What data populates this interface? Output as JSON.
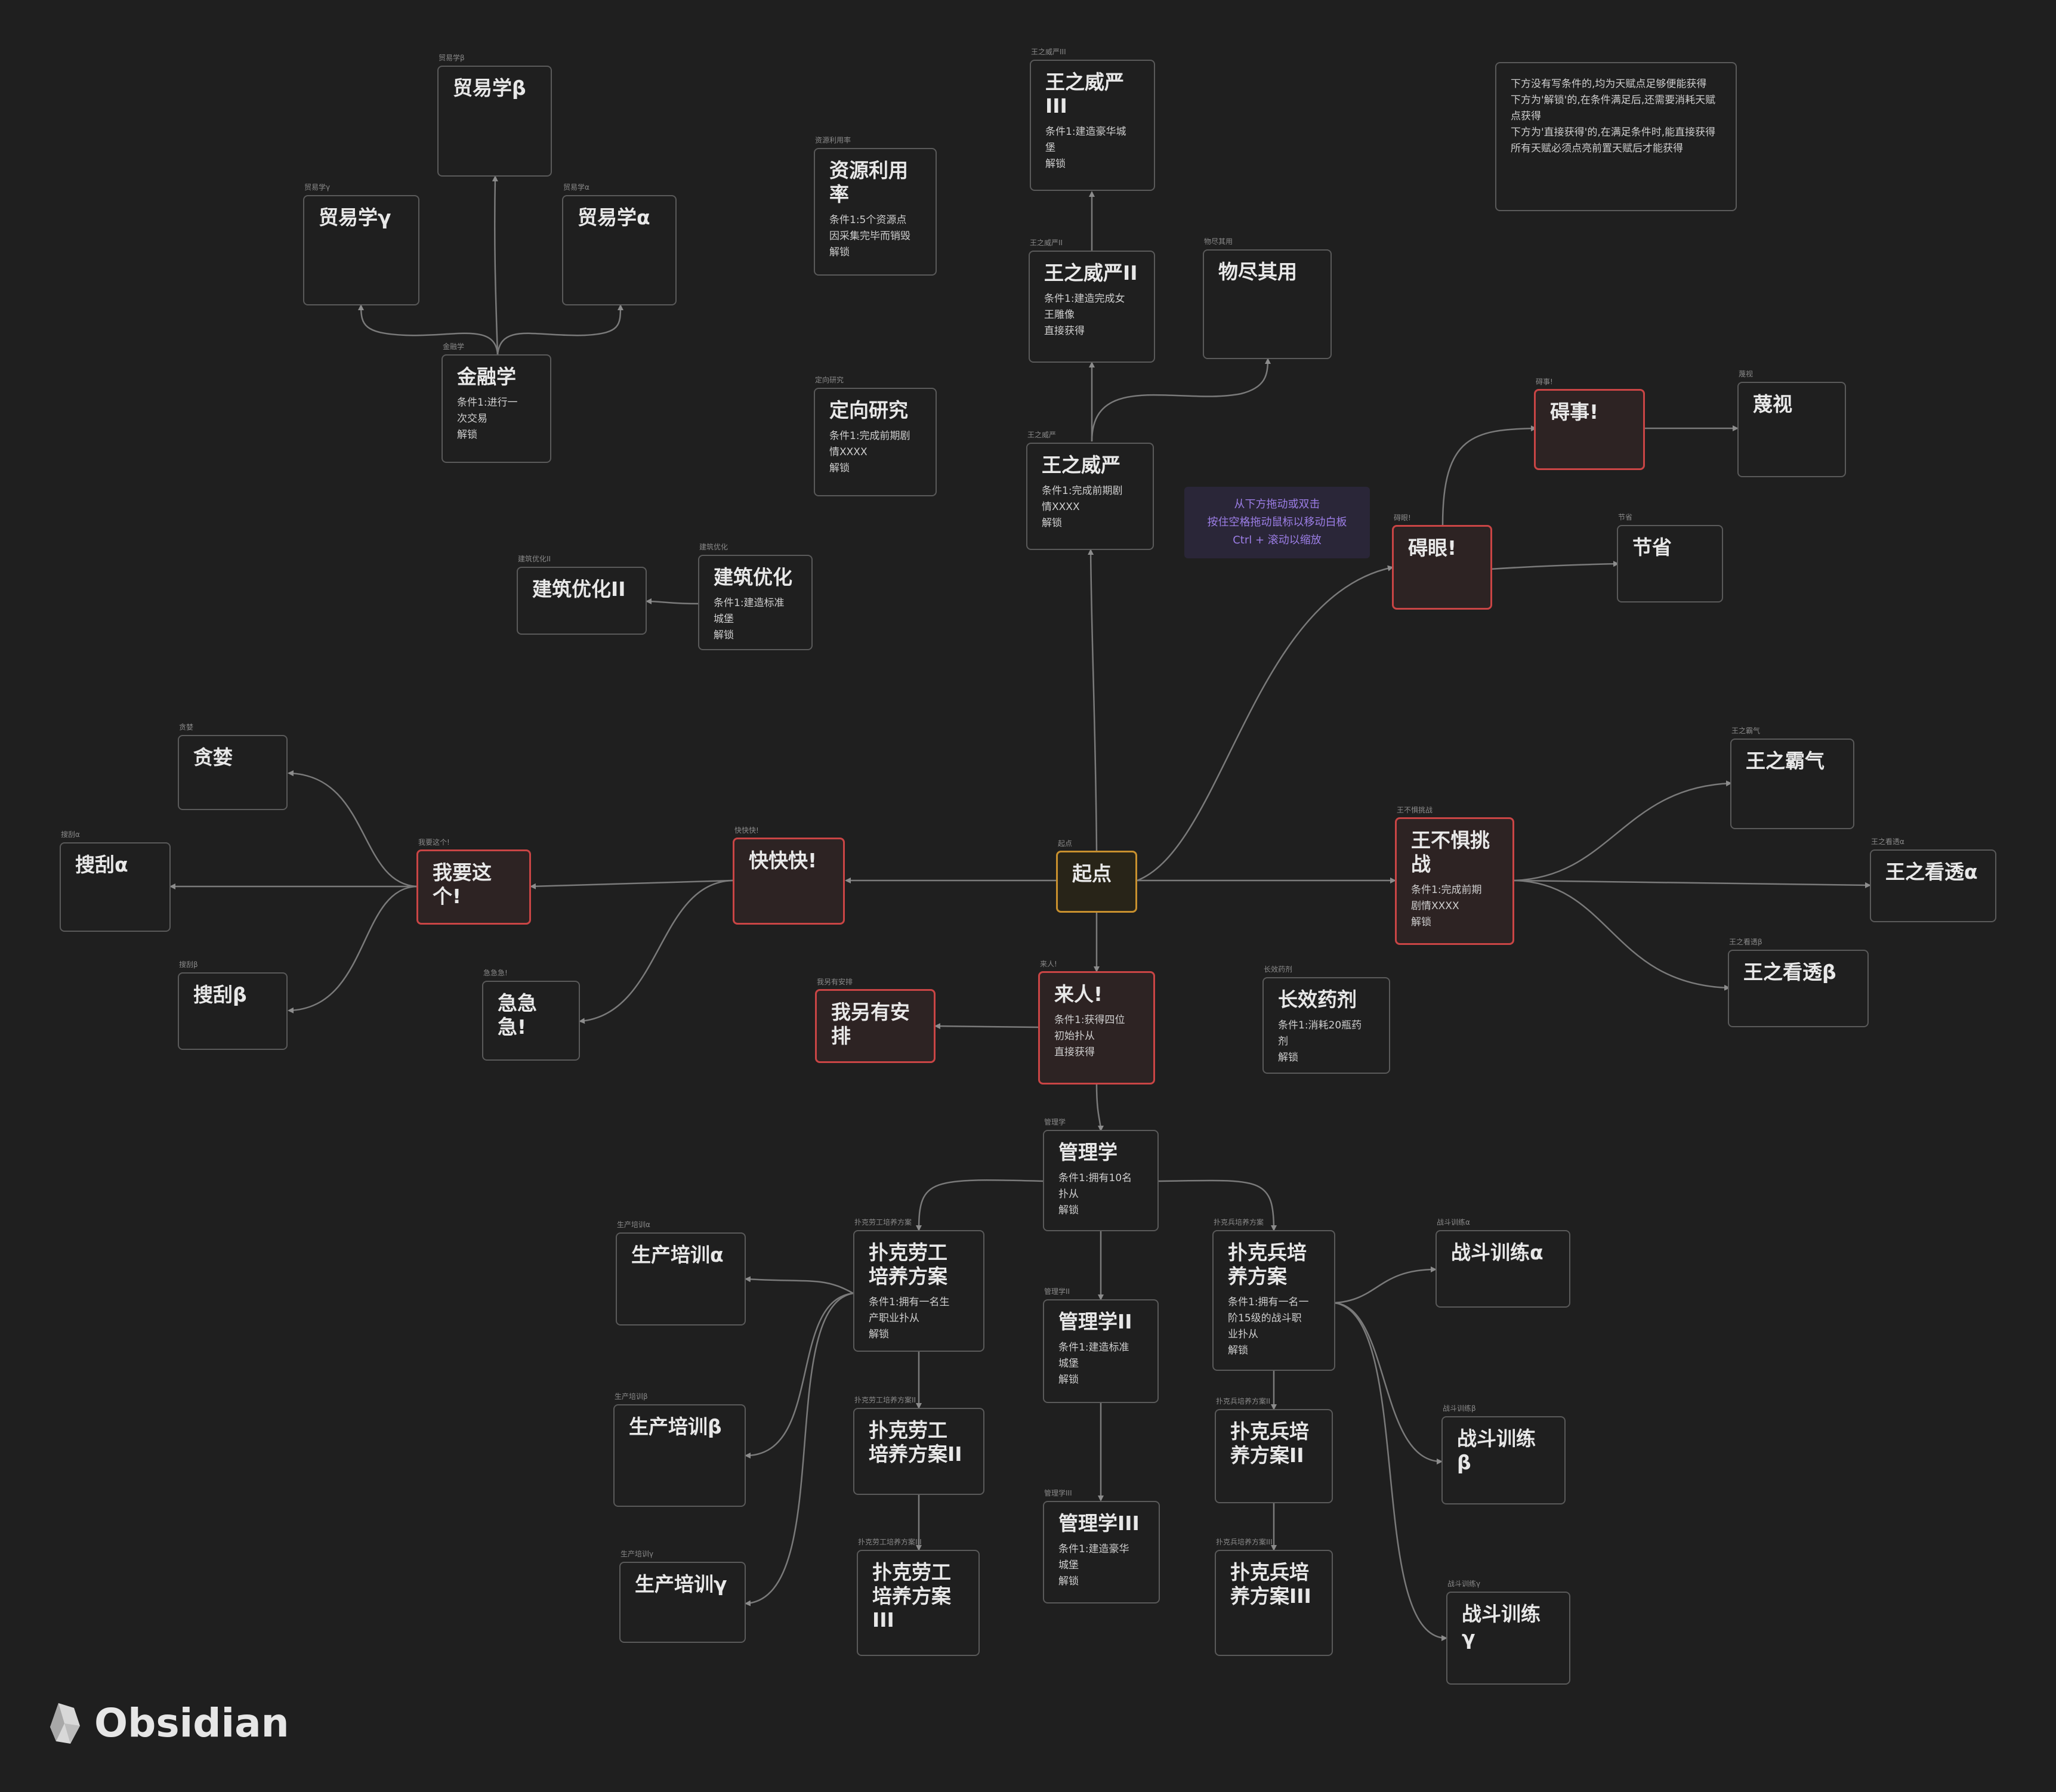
{
  "brand": "Obsidian",
  "note": "下方没有写条件的,均为天赋点足够便能获得\n下方为'解锁'的,在条件满足后,还需要消耗天赋点获得\n下方为'直接获得'的,在满足条件时,能直接获得\n所有天赋必须点亮前置天赋后才能获得",
  "hint": "从下方拖动或双击\n按住空格拖动鼠标以移动白板\nCtrl + 滚动以缩放",
  "nodes": {
    "trade_beta": {
      "label": "贸易学β",
      "title": "贸易学β",
      "body": ""
    },
    "trade_gamma": {
      "label": "贸易学γ",
      "title": "贸易学γ",
      "body": ""
    },
    "trade_alpha": {
      "label": "贸易学α",
      "title": "贸易学α",
      "body": ""
    },
    "finance": {
      "label": "金融学",
      "title": "金融学",
      "body": "条件1:进行一\n次交易\n解锁"
    },
    "resource": {
      "label": "资源利用率",
      "title": "资源利用\n率",
      "body": "条件1:5个资源点\n因采集完毕而销毁\n解锁"
    },
    "directed": {
      "label": "定向研究",
      "title": "定向研究",
      "body": "条件1:完成前期剧\n情XXXX\n解锁"
    },
    "king3": {
      "label": "王之威严III",
      "title": "王之威严\nIII",
      "body": "条件1:建造豪华城\n堡\n解锁"
    },
    "king2": {
      "label": "王之威严II",
      "title": "王之威严II",
      "body": "条件1:建造完成女\n王雕像\n直接获得"
    },
    "wujin": {
      "label": "物尽其用",
      "title": "物尽其用",
      "body": ""
    },
    "king1": {
      "label": "王之威严",
      "title": "王之威严",
      "body": "条件1:完成前期剧\n情XXXX\n解锁"
    },
    "aishi": {
      "label": "碍事!",
      "title": "碍事!",
      "body": ""
    },
    "mieshi": {
      "label": "蔑视",
      "title": "蔑视",
      "body": ""
    },
    "aiyan": {
      "label": "碍眼!",
      "title": "碍眼!",
      "body": ""
    },
    "jiesheng": {
      "label": "节省",
      "title": "节省",
      "body": ""
    },
    "build2": {
      "label": "建筑优化II",
      "title": "建筑优化II",
      "body": ""
    },
    "build1": {
      "label": "建筑优化",
      "title": "建筑优化",
      "body": "条件1:建造标准\n城堡\n解锁"
    },
    "tanlou": {
      "label": "贪婪",
      "title": "贪婪",
      "body": ""
    },
    "souguaa": {
      "label": "搜刮α",
      "title": "搜刮α",
      "body": ""
    },
    "souguab": {
      "label": "搜刮β",
      "title": "搜刮β",
      "body": ""
    },
    "woyao": {
      "label": "我要这个!",
      "title": "我要这\n个!",
      "body": ""
    },
    "kuai": {
      "label": "快快快!",
      "title": "快快快!",
      "body": ""
    },
    "jiji": {
      "label": "急急急!",
      "title": "急急\n急!",
      "body": ""
    },
    "start": {
      "label": "起点",
      "title": "起点",
      "body": ""
    },
    "wangbuju": {
      "label": "王不惧挑战",
      "title": "王不惧挑\n战",
      "body": "条件1:完成前期\n剧情XXXX\n解锁"
    },
    "wangba": {
      "label": "王之霸气",
      "title": "王之霸气",
      "body": ""
    },
    "kana": {
      "label": "王之看透α",
      "title": "王之看透α",
      "body": ""
    },
    "kanb": {
      "label": "王之看透β",
      "title": "王之看透β",
      "body": ""
    },
    "wolingyou": {
      "label": "我另有安排",
      "title": "我另有安\n排",
      "body": ""
    },
    "lairen": {
      "label": "来人!",
      "title": "来人!",
      "body": "条件1:获得四位\n初始扑从\n直接获得"
    },
    "changxiao": {
      "label": "长效药剂",
      "title": "长效药剂",
      "body": "条件1:消耗20瓶药\n剂\n解锁"
    },
    "mgmt1": {
      "label": "管理学",
      "title": "管理学",
      "body": "条件1:拥有10名\n扑从\n解锁"
    },
    "proda": {
      "label": "生产培训α",
      "title": "生产培训α",
      "body": ""
    },
    "labor1": {
      "label": "扑克劳工培养方案",
      "title": "扑克劳工\n培养方案",
      "body": "条件1:拥有一名生\n产职业扑从\n解锁"
    },
    "soldier1": {
      "label": "扑克兵培养方案",
      "title": "扑克兵培\n养方案",
      "body": "条件1:拥有一名一\n阶15级的战斗职\n业扑从\n解锁"
    },
    "fighta": {
      "label": "战斗训练α",
      "title": "战斗训练α",
      "body": ""
    },
    "prodb": {
      "label": "生产培训β",
      "title": "生产培训β",
      "body": ""
    },
    "labor2": {
      "label": "扑克劳工培养方案II",
      "title": "扑克劳工\n培养方案II",
      "body": ""
    },
    "mgmt2": {
      "label": "管理学II",
      "title": "管理学II",
      "body": "条件1:建造标准\n城堡\n解锁"
    },
    "soldier2": {
      "label": "扑克兵培养方案II",
      "title": "扑克兵培\n养方案II",
      "body": ""
    },
    "fightb": {
      "label": "战斗训练β",
      "title": "战斗训练\nβ",
      "body": ""
    },
    "prodg": {
      "label": "生产培训γ",
      "title": "生产培训γ",
      "body": ""
    },
    "labor3": {
      "label": "扑克劳工培养方案III",
      "title": "扑克劳工\n培养方案\nIII",
      "body": ""
    },
    "mgmt3": {
      "label": "管理学III",
      "title": "管理学III",
      "body": "条件1:建造豪华\n城堡\n解锁"
    },
    "soldier3": {
      "label": "扑克兵培养方案III",
      "title": "扑克兵培\n养方案III",
      "body": ""
    },
    "fightg": {
      "label": "战斗训练γ",
      "title": "战斗训练\nγ",
      "body": ""
    }
  }
}
